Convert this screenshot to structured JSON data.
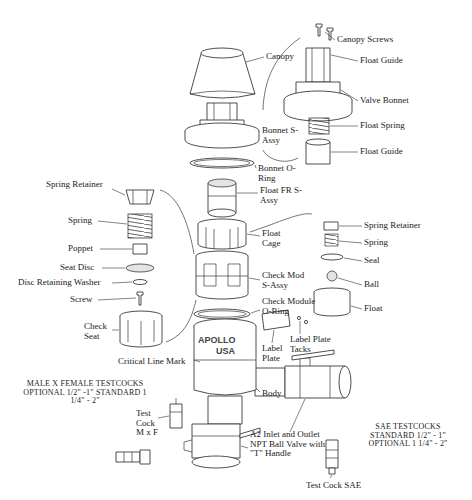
{
  "diagram": {
    "labels": [
      "Canopy Screws",
      "Canopy",
      "Float Guide",
      "Valve Bonnet",
      "Float Spring",
      "Float Guide",
      "Bonnet S-Assy",
      "Bonnet O-Ring",
      "Float FR S-Assy",
      "Spring Retainer",
      "Spring",
      "Poppet",
      "Seat Disc",
      "Disc Retaining Washer",
      "Screw",
      "Check Seat",
      "Float Cage",
      "Check Mod S-Assy",
      "Check Module O-Ring",
      "Spring Retainer",
      "Spring",
      "Seal",
      "Ball",
      "Float",
      "Label Plate Tacks",
      "Label Plate",
      "Critical Line Mark",
      "Body",
      "MALE X FEMALE TESTCOCKS OPTIONAL 1/2\" -1\" STANDARD 1 1/4\" - 2\"",
      "Test Cock M x F",
      "A2 Inlet and Outlet NPT Ball Valve with \"T\" Handle",
      "SAE TESTCOCKS STANDARD 1/2\" - 1\" OPTIONAL 1 1/4\" - 2\"",
      "Test Cock SAE",
      "APOLLO",
      "USA"
    ]
  }
}
